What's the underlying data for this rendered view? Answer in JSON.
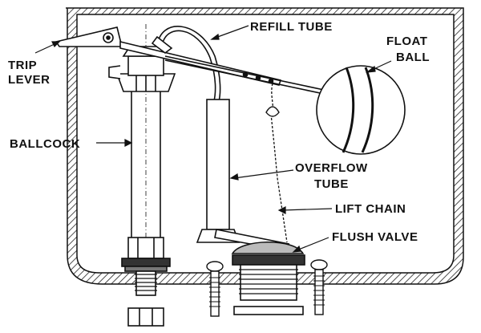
{
  "diagram": {
    "colors": {
      "ink": "#111111",
      "paper": "#ffffff",
      "hatch": "#222222"
    },
    "labels": {
      "refill_tube": "REFILL TUBE",
      "trip_lever_line1": "TRIP",
      "trip_lever_line2": "LEVER",
      "float_ball_line1": "FLOAT",
      "float_ball_line2": "BALL",
      "ballcock": "BALLCOCK",
      "overflow_tube_line1": "OVERFLOW",
      "overflow_tube_line2": "TUBE",
      "lift_chain": "LIFT CHAIN",
      "flush_valve": "FLUSH VALVE"
    }
  }
}
